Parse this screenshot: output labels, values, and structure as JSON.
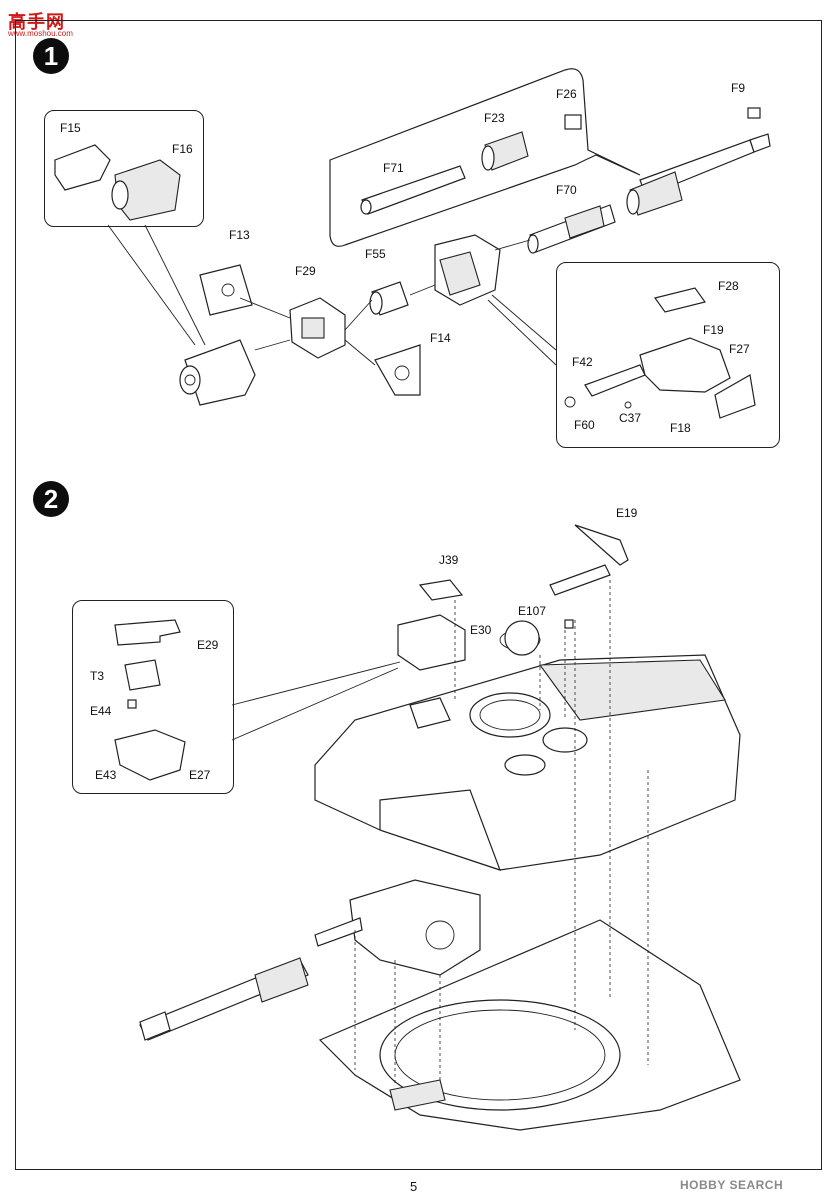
{
  "logo": {
    "chinese": "高手网",
    "url": "www.moshou.com"
  },
  "steps": {
    "step1": "1",
    "step2": "2"
  },
  "step1_parts": {
    "f15": "F15",
    "f16": "F16",
    "f13": "F13",
    "f29": "F29",
    "f55": "F55",
    "f14": "F14",
    "f71": "F71",
    "f23": "F23",
    "f26": "F26",
    "f9": "F9",
    "f70": "F70",
    "f28": "F28",
    "f19": "F19",
    "f27": "F27",
    "f42": "F42",
    "f60": "F60",
    "c37": "C37",
    "f18": "F18"
  },
  "step2_parts": {
    "e19": "E19",
    "j39": "J39",
    "e107": "E107",
    "e30": "E30",
    "e29": "E29",
    "t3": "T3",
    "e44": "E44",
    "e43": "E43",
    "e27": "E27"
  },
  "page_number": "5",
  "watermark": "HOBBY SEARCH"
}
